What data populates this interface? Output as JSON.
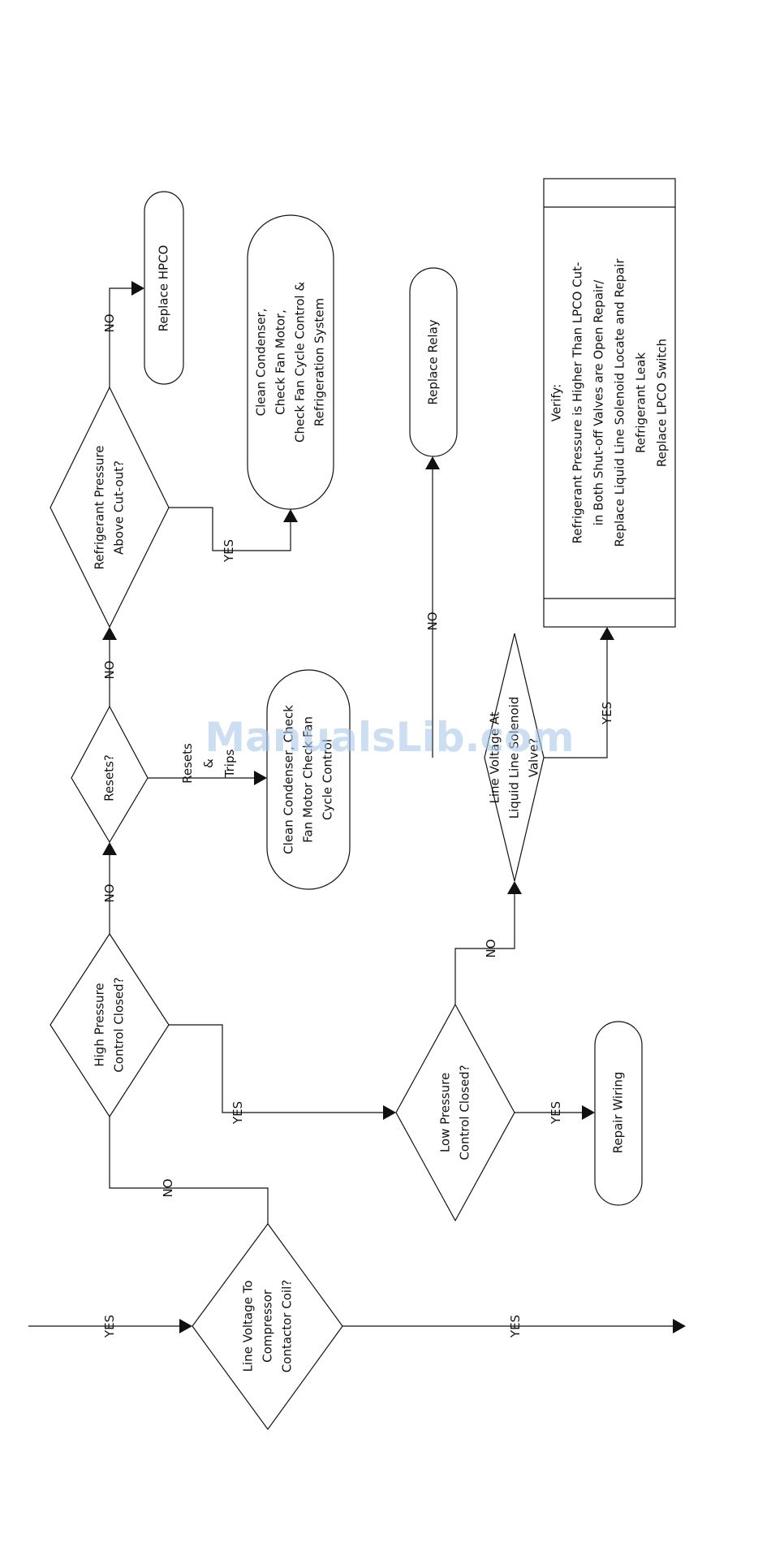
{
  "nodes": {
    "line_voltage_coil": [
      "Line Voltage To",
      "Compressor",
      "Contactor Coil?"
    ],
    "high_pressure": [
      "High Pressure",
      "Control Closed?"
    ],
    "resets": [
      "Resets?"
    ],
    "refrigerant_pressure": [
      "Refrigerant Pressure",
      "Above Cut-out?"
    ],
    "replace_hpco": [
      "Replace HPCO"
    ],
    "clean_condenser_top": [
      "Clean Condenser,",
      "Check Fan Motor,",
      "Check Fan Cycle Control &",
      "Refrigeration System"
    ],
    "clean_condenser_mid": [
      "Clean Condenser, Check",
      "Fan Motor Check Fan",
      "Cycle Control"
    ],
    "low_pressure": [
      "Low Pressure",
      "Control Closed?"
    ],
    "repair_wiring": [
      "Repair Wiring"
    ],
    "liquid_line": [
      "Line Voltage At",
      "Liquid Line Solenoid",
      "Valve?"
    ],
    "replace_relay": [
      "Replace Relay"
    ],
    "verify_box": [
      "Verify:",
      "Refrigerant Pressure is Higher Than LPCO Cut-",
      "in Both Shut-off Valves are Open Repair/",
      "Replace Liquid Line Solenoid Locate and Repair",
      "Refrigerant Leak",
      "Replace LPCO Switch"
    ]
  },
  "labels": {
    "yes_in": "YES",
    "yes_out": "YES",
    "no_coil": "NO",
    "yes_hp": "YES",
    "no_hp": "NO",
    "trips_1": "Resets",
    "trips_2": "&",
    "trips_3": "Trips",
    "no_resets": "NO",
    "yes_refrig": "YES",
    "no_refrig": "NO",
    "yes_lp": "YES",
    "no_lp": "NO",
    "no_ll": "NO",
    "yes_ll": "YES"
  },
  "watermark": "ManualsLib.com"
}
